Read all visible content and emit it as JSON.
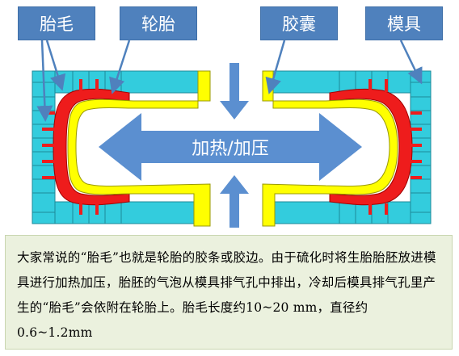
{
  "labels": {
    "tire_hair": "胎毛",
    "tire": "轮胎",
    "bladder": "胶囊",
    "mold": "模具"
  },
  "center_label": "加热/加压",
  "caption": "大家常说的“胎毛”也就是轮胎的胶条或胶边。由于硫化时将生胎胎胚放进模具进行加热加压，胎胚的气泡从模具排气孔中排出，冷却后模具排气孔里产生的“胎毛”会依附在轮胎上。胎毛长度约10~20 mm，直径约0.6~1.2mm",
  "colors": {
    "label_bg": "#4f81bd",
    "mold": "#33ccdd",
    "tire": "#ee1c1c",
    "bladder": "#ffff00",
    "arrow": "#5b8fd0",
    "caption_bg": "#ebf1de"
  }
}
